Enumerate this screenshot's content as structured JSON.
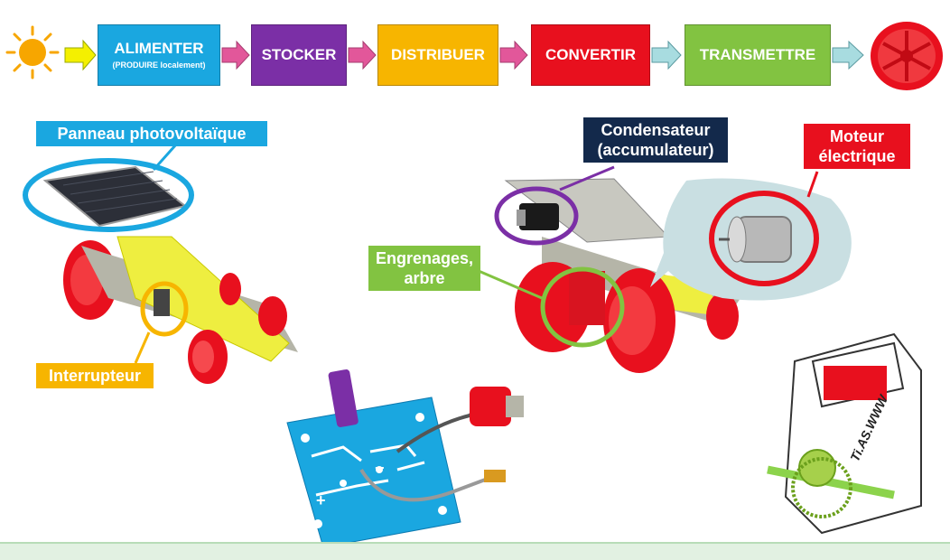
{
  "chain": {
    "boxes": [
      {
        "label": "ALIMENTER",
        "sub": "(PRODUIRE localement)",
        "color": "#1aa7e0"
      },
      {
        "label": "STOCKER",
        "color": "#7b2fa6"
      },
      {
        "label": "DISTRIBUER",
        "color": "#f7b500"
      },
      {
        "label": "CONVERTIR",
        "color": "#e8101e"
      },
      {
        "label": "TRANSMETTRE",
        "color": "#82c341"
      }
    ]
  },
  "callouts": {
    "panneau": "Panneau photovoltaïque",
    "condensateur": "Condensateur (accumulateur)",
    "moteur": "Moteur électrique",
    "engrenages": "Engrenages, arbre",
    "interrupteur": "Interrupteur"
  },
  "gearbox_text": "Ti.AS.WWW",
  "board_marks": {
    "plus": "+",
    "minus": "−"
  },
  "colors": {
    "blue": "#1aa7e0",
    "purple": "#7b2fa6",
    "yellow": "#f7b500",
    "red": "#e8101e",
    "green": "#82c341",
    "navy": "#13294b",
    "pink": "#e2579a"
  }
}
